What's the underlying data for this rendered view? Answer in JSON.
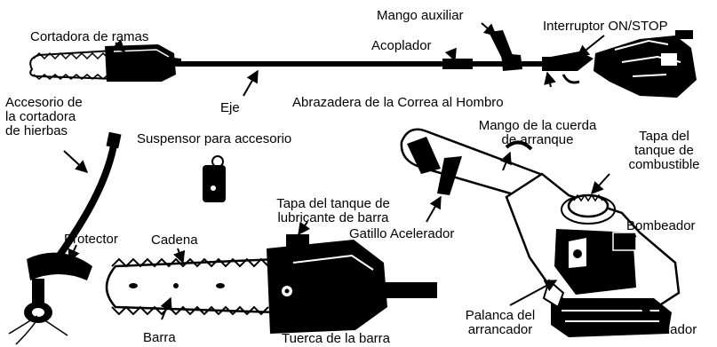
{
  "labels": {
    "pruner": "Cortadora de ramas",
    "aux_handle": "Mango auxiliar",
    "on_stop": "Interruptor ON/STOP",
    "coupler": "Acoplador",
    "shaft": "Eje",
    "shoulder_clamp": "Abrazadera de la Correa al Hombro",
    "trimmer_line1": "Accesorio de",
    "trimmer_line2": "la cortadora",
    "trimmer_line3": "de hierbas",
    "hanger": "Suspensor para accesorio",
    "starter_handle_line1": "Mango de la cuerda",
    "starter_handle_line2": "de arranque",
    "fuel_cap_line1": "Tapa del",
    "fuel_cap_line2": "tanque de",
    "fuel_cap_line3": "combustible",
    "oil_cap_line1": "Tapa del tanque de",
    "oil_cap_line2": "lubricante de barra",
    "primer": "Bombeador",
    "throttle": "Gatillo Acelerador",
    "guard": "Protector",
    "chain": "Cadena",
    "bar": "Barra",
    "bar_nut": "Tuerca de la barra",
    "choke_line1": "Palanca del",
    "choke_line2": "arrancador",
    "muffler": "Silenciador"
  }
}
